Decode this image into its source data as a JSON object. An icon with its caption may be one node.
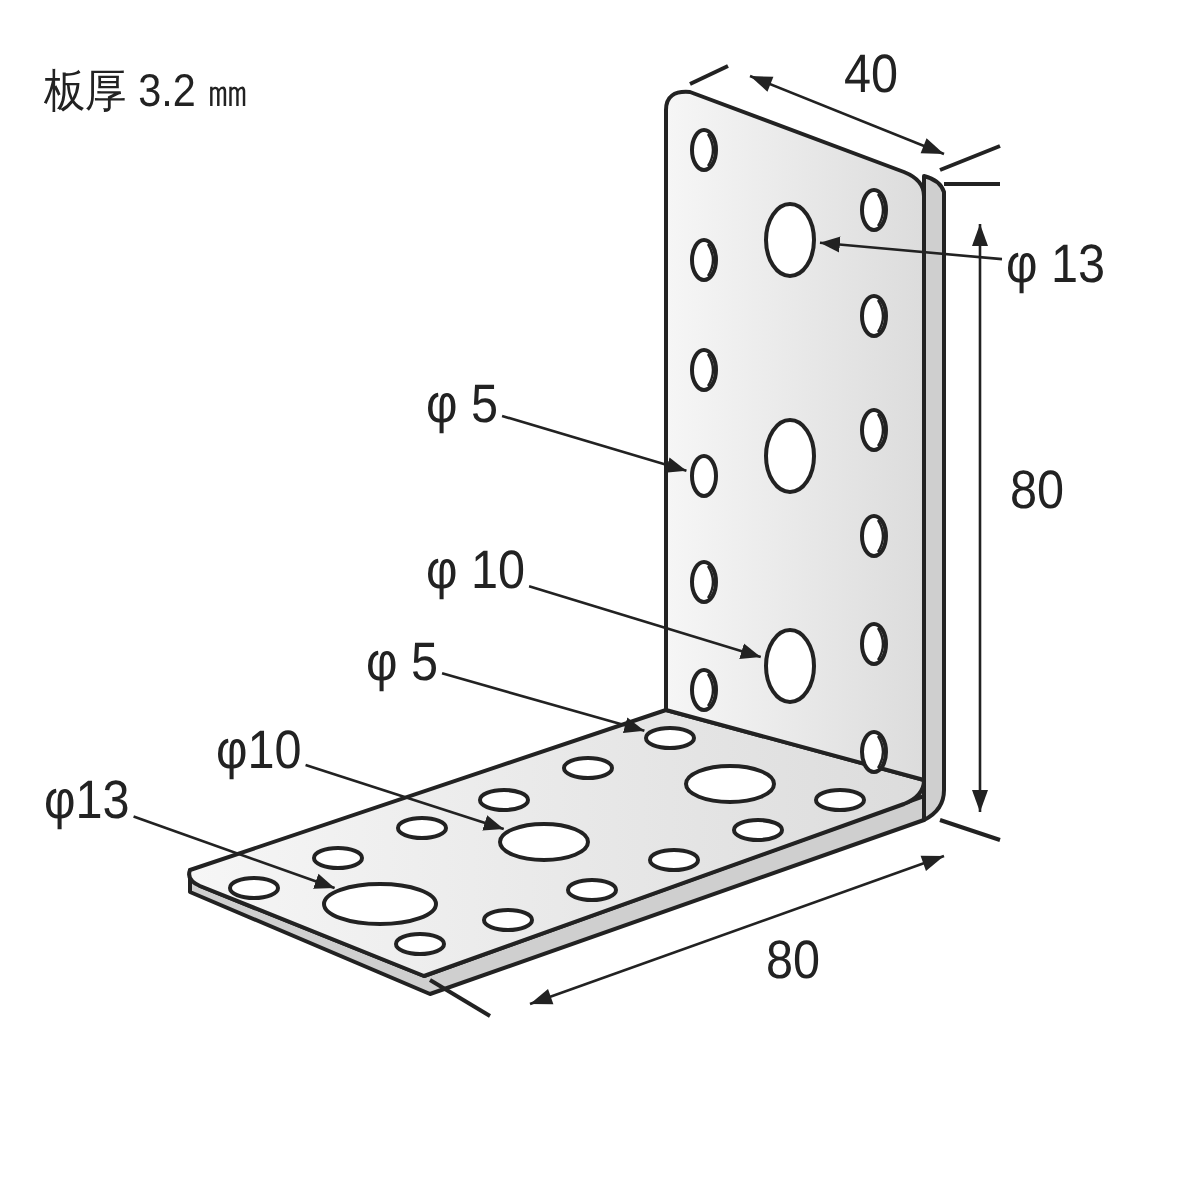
{
  "diagram": {
    "nodes": [
      {
        "text": [
          "φ 13"
        ]
      },
      {
        "text": [
          "φ 5"
        ]
      },
      {
        "text": [
          "φ 10"
        ]
      },
      {
        "text": [
          "φ 5"
        ]
      },
      {
        "text": [
          "φ10"
        ]
      },
      {
        "text": [
          "φ13"
        ]
      },
      {
        "text": [],
        "shape": "circle"
      },
      {
        "text": [],
        "shape": "circle"
      },
      {
        "text": [],
        "shape": "circle"
      },
      {
        "text": [],
        "shape": "circle"
      },
      {
        "text": [],
        "shape": "circle"
      },
      {
        "text": [],
        "shape": "circle"
      }
    ],
    "edges": [
      {
        "from": 0,
        "to": 6,
        "arrow": "to"
      },
      {
        "from": 1,
        "to": 7,
        "arrow": "to"
      },
      {
        "from": 2,
        "to": 8,
        "arrow": "to"
      },
      {
        "from": 3,
        "to": 9,
        "arrow": "to"
      },
      {
        "from": 4,
        "to": 10,
        "arrow": "to"
      },
      {
        "from": 5,
        "to": 11,
        "arrow": "to"
      }
    ],
    "labels": [
      "板厚 3.2 ㎜",
      "40",
      "80",
      "80"
    ]
  }
}
